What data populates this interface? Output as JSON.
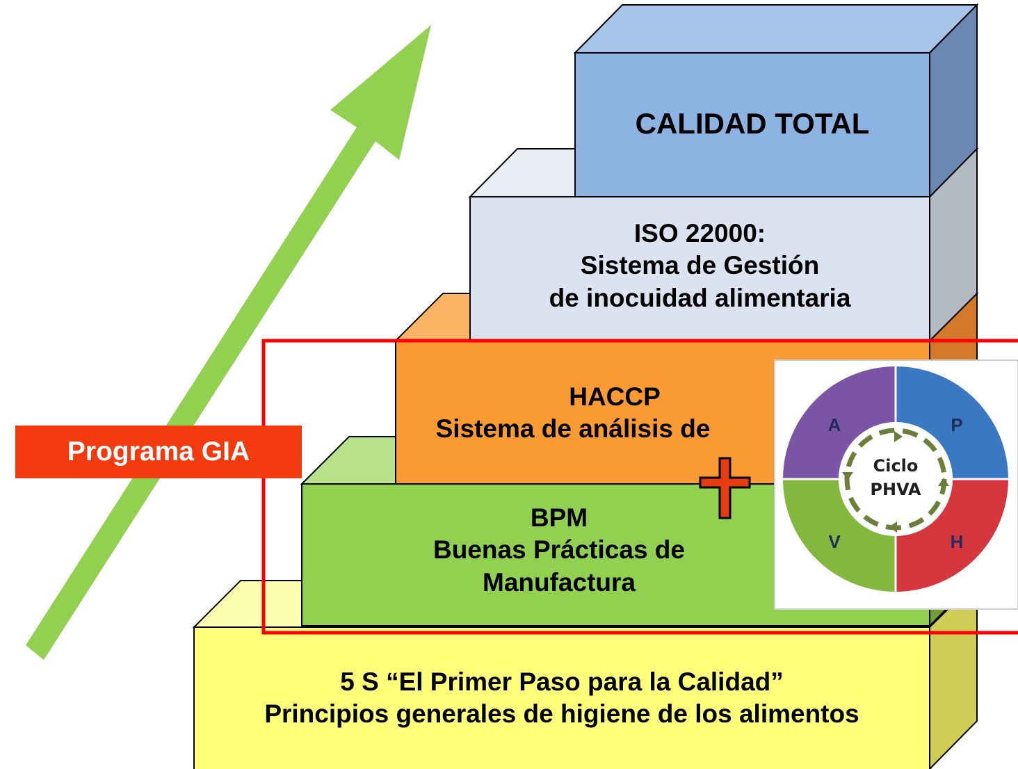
{
  "steps": [
    {
      "id": "calidad",
      "lines": [
        "CALIDAD TOTAL"
      ]
    },
    {
      "id": "iso",
      "lines": [
        "ISO 22000:",
        "Sistema de Gestión",
        "de inocuidad alimentaria"
      ]
    },
    {
      "id": "haccp",
      "lines": [
        "HACCP",
        "Sistema de análisis de"
      ]
    },
    {
      "id": "bpm",
      "lines": [
        "BPM",
        "Buenas Prácticas de",
        "Manufactura"
      ]
    },
    {
      "id": "five_s",
      "lines": [
        "5 S “El Primer Paso para la Calidad”",
        "Principios generales de higiene de los alimentos"
      ]
    }
  ],
  "program_label": "Programa GIA",
  "cycle": {
    "center_lines": [
      "Ciclo",
      "PHVA"
    ],
    "quadrants": [
      {
        "letter": "A",
        "color": "#7b54a6"
      },
      {
        "letter": "P",
        "color": "#3a78c2"
      },
      {
        "letter": "H",
        "color": "#d6373f"
      },
      {
        "letter": "V",
        "color": "#84b73e"
      }
    ]
  },
  "colors": {
    "calidad": "#8db3e2",
    "iso": "#dbe3f1",
    "haccp": "#f99b32",
    "bpm": "#92d050",
    "five_s": "#ffff7a",
    "arrow": "#92d050",
    "highlight": "#ff0000",
    "program": "#f23a0e"
  }
}
